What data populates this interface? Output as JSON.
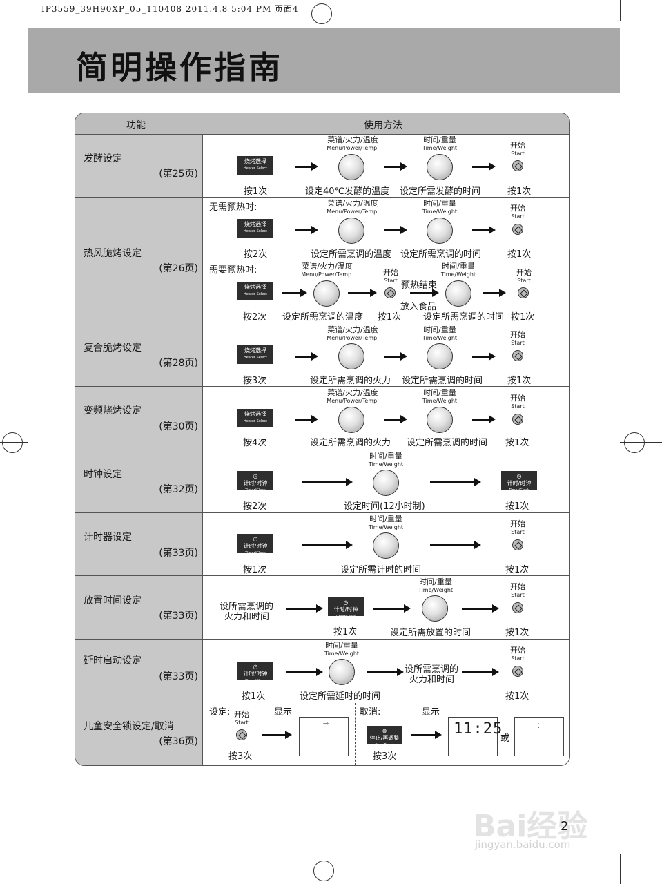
{
  "print_header": "IP3559_39H90XP_05_110408  2011.4.8 5:04 PM  页面4",
  "title": "简明操作指南",
  "table": {
    "col_function": "功能",
    "col_method": "使用方法"
  },
  "labels": {
    "menu_cn": "菜谱/火力/温度",
    "menu_en": "Menu/Power/Temp.",
    "time_cn": "时间/重量",
    "time_en": "Time/Weight",
    "start_cn": "开始",
    "start_en": "Start",
    "heater_cn": "烧烤选择",
    "heater_en": "Heater Select",
    "timer_cn": "计时/时钟",
    "timer_en": "Timer/Clock",
    "stop_cn": "停止/再调整",
    "stop_en": "Stop/Reset",
    "or": "或",
    "display": "显示",
    "set": "设定:",
    "cancel": "取消:"
  },
  "rows": [
    {
      "name": "发酵设定",
      "page": "(第25页)"
    },
    {
      "name": "热风脆烤设定",
      "page": "(第26页)"
    },
    {
      "name": "复合脆烤设定",
      "page": "(第28页)"
    },
    {
      "name": "变频烧烤设定",
      "page": "(第30页)"
    },
    {
      "name": "时钟设定",
      "page": "(第32页)"
    },
    {
      "name": "计时器设定",
      "page": "(第33页)"
    },
    {
      "name": "放置时间设定",
      "page": "(第33页)"
    },
    {
      "name": "延时启动设定",
      "page": "(第33页)"
    },
    {
      "name": "儿童安全锁设定/取消",
      "page": "(第36页)"
    }
  ],
  "steps": {
    "r1": [
      "按1次",
      "设定40℃发酵的温度",
      "设定所需发酵的时间",
      "按1次"
    ],
    "r2a_head": "无需预热时:",
    "r2a": [
      "按2次",
      "设定所需烹调的温度",
      "设定所需烹调的时间",
      "按1次"
    ],
    "r2b_head": "需要预热时:",
    "r2b": [
      "按2次",
      "设定所需烹调的温度",
      "按1次",
      "预热结束",
      "放入食品",
      "设定所需烹调的时间",
      "按1次"
    ],
    "r3": [
      "按3次",
      "设定所需烹调的火力",
      "设定所需烹调的时间",
      "按1次"
    ],
    "r4": [
      "按4次",
      "设定所需烹调的火力",
      "设定所需烹调的时间",
      "按1次"
    ],
    "r5": [
      "按2次",
      "设定时间(12小时制)",
      "按1次"
    ],
    "r6": [
      "按1次",
      "设定所需计时的时间",
      "按1次"
    ],
    "r7": [
      "设所需烹调的",
      "火力和时间",
      "按1次",
      "设定所需放置的时间",
      "按1次"
    ],
    "r8": [
      "按1次",
      "设定所需延时的时间",
      "设所需烹调的",
      "火力和时间",
      "按1次"
    ],
    "r9": [
      "按3次",
      "按3次"
    ]
  },
  "lcd": {
    "time": "11:25",
    "colon": ":"
  },
  "page_number": "2",
  "watermark": {
    "logo": "Bai经验",
    "url": "jingyan.baidu.com"
  }
}
